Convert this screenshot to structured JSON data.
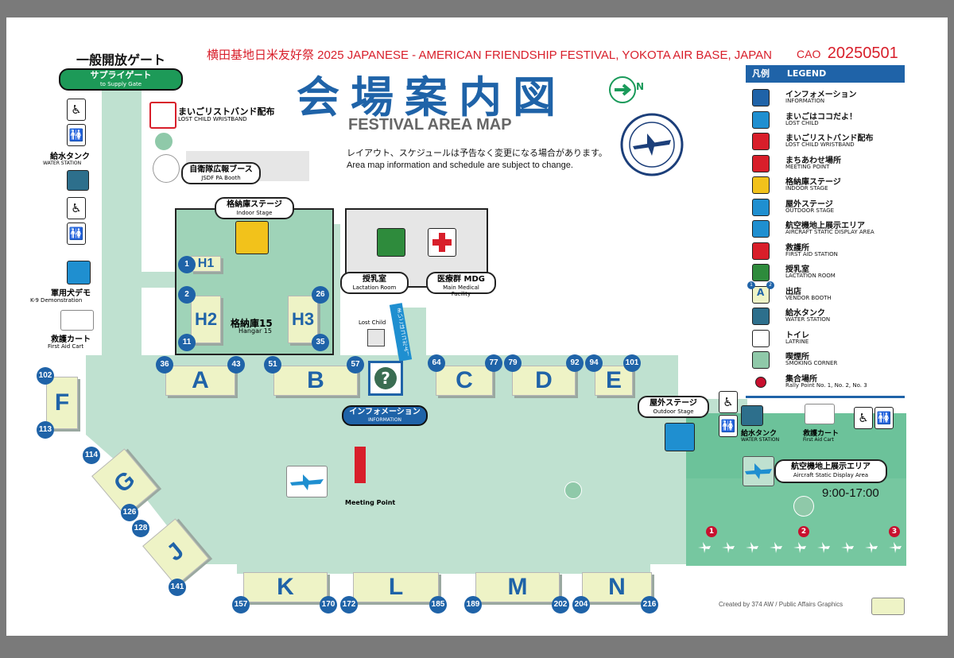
{
  "header": {
    "festival_title": "横田基地日米友好祭 2025 JAPANESE - AMERICAN FRIENDSHIP FESTIVAL, YOKOTA AIR BASE, JAPAN",
    "cao_label": "CAO",
    "cao_number": "20250501",
    "main_title": "会場案内図",
    "subtitle": "FESTIVAL AREA MAP",
    "notice_ja": "レイアウト、スケジュールは予告なく変更になる場合があります。",
    "notice_en": "Area map information and schedule are subject to change.",
    "north_label": "N"
  },
  "gates": {
    "public_gate": "一般開放ゲート",
    "supply_gate_ja": "サプライゲート",
    "supply_gate_en": "to Supply Gate"
  },
  "places": {
    "wristband_ja": "まいごリストバンド配布",
    "wristband_en": "LOST CHILD WRISTBAND",
    "water_ja": "給水タンク",
    "water_en": "WATER STATION",
    "jsdf_ja": "自衛隊広報ブース",
    "jsdf_en": "JSDF PA Booth",
    "k9_ja": "軍用犬デモ",
    "k9_en": "K-9 Demonstration",
    "first_aid_cart_ja": "救護カート",
    "first_aid_cart_en": "First Aid Cart",
    "indoor_stage_ja": "格納庫ステージ",
    "indoor_stage_en": "Indoor Stage",
    "hangar_ja": "格納庫15",
    "hangar_en": "Hangar 15",
    "lactation_ja": "授乳室",
    "lactation_en": "Lactation Room",
    "mdg_ja": "医療群 MDG",
    "mdg_en": "Main Medical Facility",
    "lost_child": "Lost Child",
    "lost_child_flag": "まいごはココだよ！",
    "information_ja": "インフォメーション",
    "information_en": "INFORMATION",
    "outdoor_stage_ja": "屋外ステージ",
    "outdoor_stage_en": "Outdoor Stage",
    "meeting_ja": "まちあわせ場所",
    "meeting_en": "Meeting Point",
    "water2_ja": "給水タンク",
    "water2_en": "WATER STATION",
    "aid2_ja": "救護カート",
    "aid2_en": "First Aid Cart",
    "static_ja": "航空機地上展示エリア",
    "static_en": "Aircraft Static Display Area",
    "static_hours": "9:00-17:00",
    "credit": "Created by 374 AW / Public Affairs Graphics"
  },
  "hangar_areas": [
    {
      "label": "H1",
      "num": "1"
    },
    {
      "label": "H2",
      "from": "2",
      "to": "11"
    },
    {
      "label": "H3",
      "from": "26",
      "to": "35"
    }
  ],
  "booths": [
    {
      "label": "A",
      "from": "36",
      "to": "43"
    },
    {
      "label": "B",
      "from": "51",
      "to": "57"
    },
    {
      "label": "C",
      "from": "64",
      "to": "77"
    },
    {
      "label": "D",
      "from": "79",
      "to": "92"
    },
    {
      "label": "E",
      "from": "94",
      "to": "101"
    },
    {
      "label": "F",
      "from": "102",
      "to": "113"
    },
    {
      "label": "G",
      "from": "114",
      "to": "126"
    },
    {
      "label": "J",
      "from": "128",
      "to": "141"
    },
    {
      "label": "K",
      "from": "157",
      "to": "170"
    },
    {
      "label": "L",
      "from": "172",
      "to": "185"
    },
    {
      "label": "M",
      "from": "189",
      "to": "202"
    },
    {
      "label": "N",
      "from": "204",
      "to": "216"
    }
  ],
  "rally_points": [
    "1",
    "2",
    "3"
  ],
  "legend": {
    "title_ja": "凡例",
    "title_en": "LEGEND",
    "items": [
      {
        "ja": "インフォメーション",
        "en": "INFORMATION",
        "icon": "info-icon",
        "color": "#1f63a8"
      },
      {
        "ja": "まいごはココだよ！",
        "en": "LOST CHILD",
        "icon": "lost-child-flag-icon",
        "color": "#1f8fd0"
      },
      {
        "ja": "まいごリストバンド配布",
        "en": "LOST CHILD WRISTBAND",
        "icon": "wristband-icon",
        "color": "#d81e2a"
      },
      {
        "ja": "まちあわせ場所",
        "en": "MEETING POINT",
        "icon": "meeting-flag-icon",
        "color": "#d81e2a"
      },
      {
        "ja": "格納庫ステージ",
        "en": "INDOOR STAGE",
        "icon": "indoor-stage-icon",
        "color": "#f2c21b"
      },
      {
        "ja": "屋外ステージ",
        "en": "OUTDOOR STAGE",
        "icon": "outdoor-stage-icon",
        "color": "#1f8fd0"
      },
      {
        "ja": "航空機地上展示エリア",
        "en": "AIRCRAFT STATIC DISPLAY AREA",
        "icon": "aircraft-icon",
        "color": "#1f8fd0"
      },
      {
        "ja": "救護所",
        "en": "FIRST AID STATION",
        "icon": "first-aid-icon",
        "color": "#d81e2a"
      },
      {
        "ja": "授乳室",
        "en": "LACTATION ROOM",
        "icon": "lactation-icon",
        "color": "#2e8b3c"
      },
      {
        "ja": "出店",
        "en": "VENDOR BOOTH",
        "icon": "vendor-booth-icon",
        "color": "#eef3c6"
      },
      {
        "ja": "給水タンク",
        "en": "WATER STATION",
        "icon": "water-icon",
        "color": "#2d6f8c"
      },
      {
        "ja": "トイレ",
        "en": "LATRINE",
        "icon": "latrine-icon",
        "color": "#ffffff"
      },
      {
        "ja": "喫煙所",
        "en": "SMOKING CORNER",
        "icon": "smoking-icon",
        "color": "#8fc9a9"
      },
      {
        "ja": "集合場所",
        "en": "Rally Point No. 1, No. 2, No. 3",
        "icon": "rally-point-icon",
        "color": "#c8102e"
      }
    ],
    "vendor_icon_letter": "A",
    "vendor_icon_num_a": "1",
    "vendor_icon_num_b": "2"
  },
  "colors": {
    "ground": "#bfe1d0",
    "hangar": "#9fd3b8",
    "static_area": "#6cc29a",
    "title_blue": "#1f63a8",
    "header_red": "#d81e2a",
    "legend_bar": "#1f63a8"
  }
}
